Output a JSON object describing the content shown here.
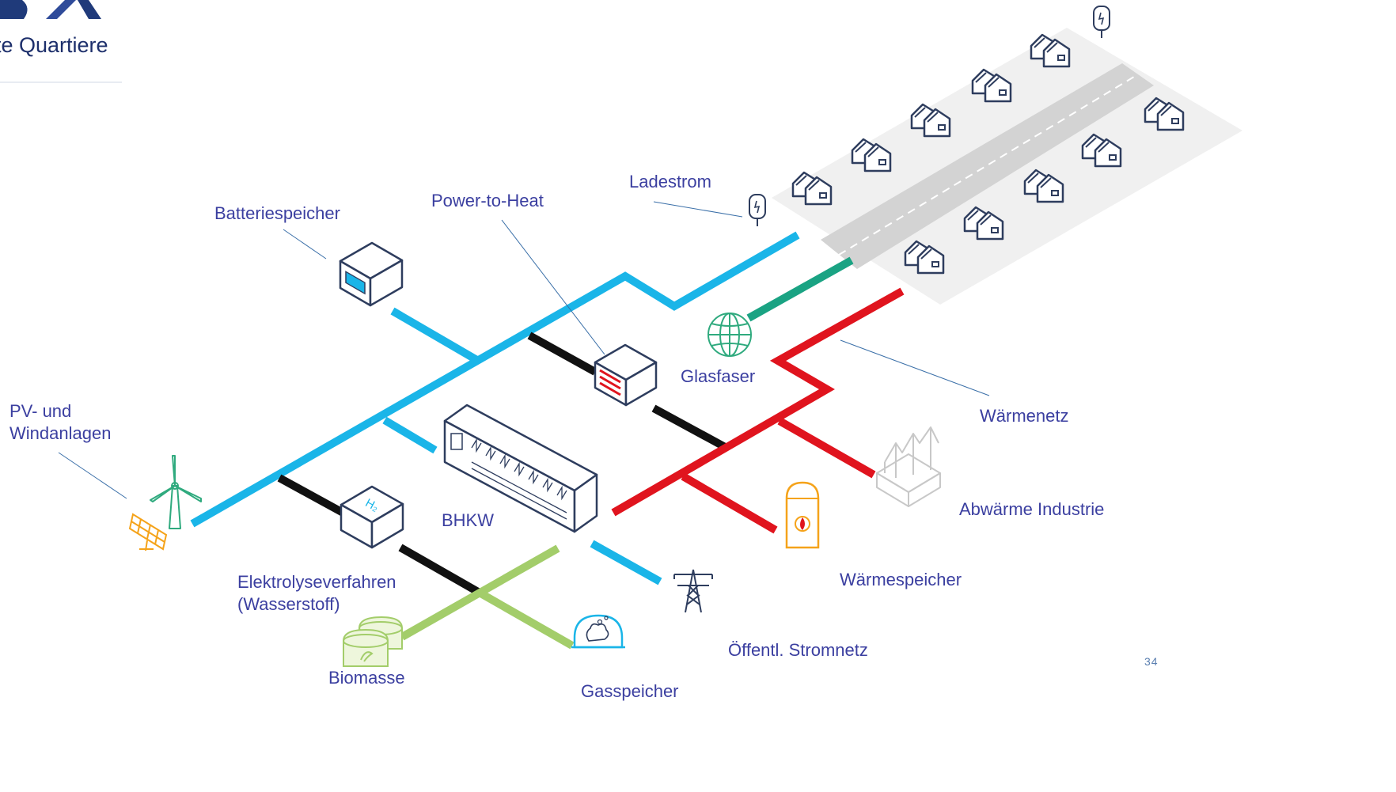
{
  "header": {
    "logo_text": "te Quartiere"
  },
  "labels": {
    "ladestrom": "Ladestrom",
    "power_to_heat": "Power-to-Heat",
    "batteriespeicher": "Batteriespeicher",
    "glasfaser": "Glasfaser",
    "waermenetz": "Wärmenetz",
    "pv_line1": "PV- und",
    "pv_line2": "Windanlagen",
    "bhkw": "BHKW",
    "abwaerme": "Abwärme Industrie",
    "elektrolyse_line1": "Elektrolyseverfahren",
    "elektrolyse_line2": "(Wasserstoff)",
    "waermespeicher": "Wärmespeicher",
    "stromnetz": "Öffentl. Stromnetz",
    "biomasse": "Biomasse",
    "gasspeicher": "Gasspeicher"
  },
  "icons": {
    "h2_mark": "H₂",
    "power_line": "blue-electricity-line",
    "heat_line": "red-heat-line",
    "gas_line": "green-gas-line",
    "fiber_line": "teal-fiber-line",
    "hydrogen_line": "black-hydrogen-line"
  },
  "colors": {
    "power": "#1ab5e8",
    "heat": "#e0141e",
    "gas": "#a3cd6a",
    "fiber": "#1aa383",
    "hydrogen": "#111111",
    "label": "#3b3fa0",
    "icon_navy": "#2e3d5e",
    "icon_orange": "#f5a31a",
    "icon_green": "#2faa7e"
  },
  "page_number": "34"
}
